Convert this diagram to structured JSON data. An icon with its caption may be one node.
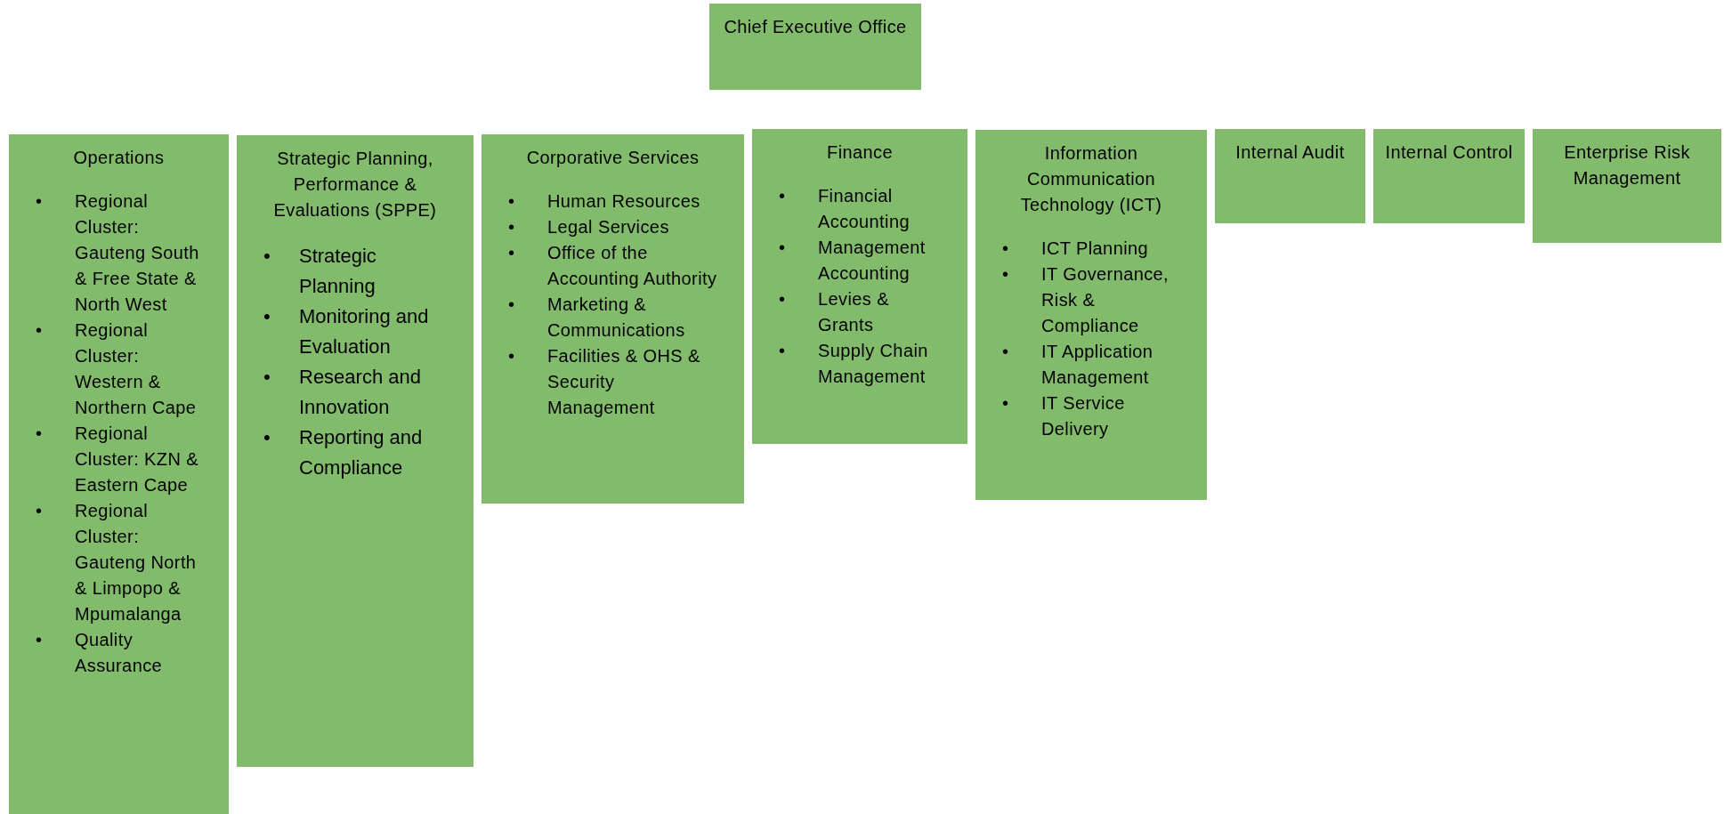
{
  "diagram": {
    "nodes": [
      {
        "text": [
          "Chief Executive Office"
        ]
      },
      {
        "text": [
          "Operations",
          "•\tRegional Cluster: Gauteng South & Free State & North West",
          "•\tRegional Cluster: Western & Northern Cape",
          "•\tRegional Cluster: KZN & Eastern Cape",
          "•\tRegional Cluster: Gauteng North & Limpopo & Mpumalanga",
          "•\tQuality Assurance"
        ]
      },
      {
        "text": [
          "Strategic Planning, Performance & Evaluations (SPPE)",
          "•\tStrategic Planning",
          "•\tMonitoring and Evaluation",
          "•\tResearch and Innovation",
          "•\tReporting and Compliance"
        ]
      },
      {
        "text": [
          "Corporative Services",
          "•\tHuman Resources",
          "•\tLegal Services",
          "•\tOffice of the Accounting Authority",
          "•\tMarketing & Communications",
          "•\tFacilities & OHS & Security Management"
        ]
      },
      {
        "text": [
          "Finance",
          "•\tFinancial Accounting",
          "•\tManagement Accounting",
          "•\tLevies & Grants",
          "•\tSupply Chain Management"
        ]
      },
      {
        "text": [
          "Information Communication Technology (ICT)",
          "•\tICT Planning",
          "•\tIT Governance, Risk & Compliance",
          "•\tIT Application Management",
          "•\tIT Service Delivery"
        ]
      },
      {
        "text": [
          "Internal Audit"
        ]
      },
      {
        "text": [
          "Internal Control"
        ]
      },
      {
        "text": [
          "Enterprise Risk Management"
        ]
      }
    ]
  }
}
